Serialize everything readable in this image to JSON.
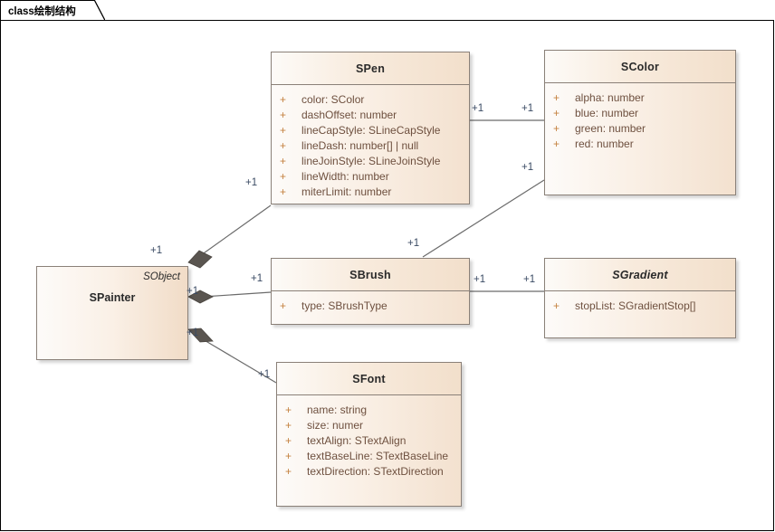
{
  "diagram": {
    "tab_label": "class绘制结构",
    "background": "#ffffff",
    "border_color": "#000000"
  },
  "classes": [
    {
      "id": "spen",
      "name": "SPen",
      "abstract": false,
      "attributes": [
        {
          "visibility": "+",
          "text": "color: SColor"
        },
        {
          "visibility": "+",
          "text": "dashOffset: number"
        },
        {
          "visibility": "+",
          "text": "lineCapStyle: SLineCapStyle"
        },
        {
          "visibility": "+",
          "text": "lineDash: number[] | null"
        },
        {
          "visibility": "+",
          "text": "lineJoinStyle: SLineJoinStyle"
        },
        {
          "visibility": "+",
          "text": "lineWidth: number"
        },
        {
          "visibility": "+",
          "text": "miterLimit: number"
        }
      ]
    },
    {
      "id": "scolor",
      "name": "SColor",
      "abstract": false,
      "attributes": [
        {
          "visibility": "+",
          "text": "alpha: number"
        },
        {
          "visibility": "+",
          "text": "blue: number"
        },
        {
          "visibility": "+",
          "text": "green: number"
        },
        {
          "visibility": "+",
          "text": "red: number"
        }
      ]
    },
    {
      "id": "sbrush",
      "name": "SBrush",
      "abstract": false,
      "attributes": [
        {
          "visibility": "+",
          "text": "type: SBrushType"
        }
      ]
    },
    {
      "id": "sgradient",
      "name": "SGradient",
      "abstract": true,
      "attributes": [
        {
          "visibility": "+",
          "text": "stopList: SGradientStop[]"
        }
      ]
    },
    {
      "id": "sfont",
      "name": "SFont",
      "abstract": false,
      "attributes": [
        {
          "visibility": "+",
          "text": "name: string"
        },
        {
          "visibility": "+",
          "text": "size: numer"
        },
        {
          "visibility": "+",
          "text": "textAlign: STextAlign"
        },
        {
          "visibility": "+",
          "text": "textBaseLine: STextBaseLine"
        },
        {
          "visibility": "+",
          "text": "textDirection: STextDirection"
        }
      ]
    }
  ],
  "spainter": {
    "name": "SPainter",
    "stereotype": "SObject"
  },
  "multiplicities": [
    {
      "id": "m-spainter-spen-src",
      "value": "+1"
    },
    {
      "id": "m-spen-tgt",
      "value": "+1"
    },
    {
      "id": "m-spen-scolor-src",
      "value": "+1"
    },
    {
      "id": "m-scolor-tgt-top",
      "value": "+1"
    },
    {
      "id": "m-scolor-tgt-bottom",
      "value": "+1"
    },
    {
      "id": "m-sbrush-scolor-src",
      "value": "+1"
    },
    {
      "id": "m-spainter-sbrush-src",
      "value": "+1"
    },
    {
      "id": "m-sbrush-tgt",
      "value": "+1"
    },
    {
      "id": "m-sbrush-sgradient-src",
      "value": "+1"
    },
    {
      "id": "m-sgradient-tgt",
      "value": "+1"
    },
    {
      "id": "m-spainter-sfont-src",
      "value": "+1"
    },
    {
      "id": "m-sfont-tgt",
      "value": "+1"
    }
  ],
  "colors": {
    "class_border": "#8a8078",
    "header_gradient_start": "#fdfbf8",
    "header_gradient_end": "#f2dfcb",
    "body_gradient_start": "#fdfbf9",
    "body_gradient_end": "#f3e1cf",
    "attribute_text": "#6e503f",
    "visibility_marker": "#c4813f",
    "title_text": "#2a2a2a",
    "connector_line": "#6b6b6b",
    "diamond_fill": "#5a5550",
    "multiplicity_text": "#3a4a63"
  }
}
